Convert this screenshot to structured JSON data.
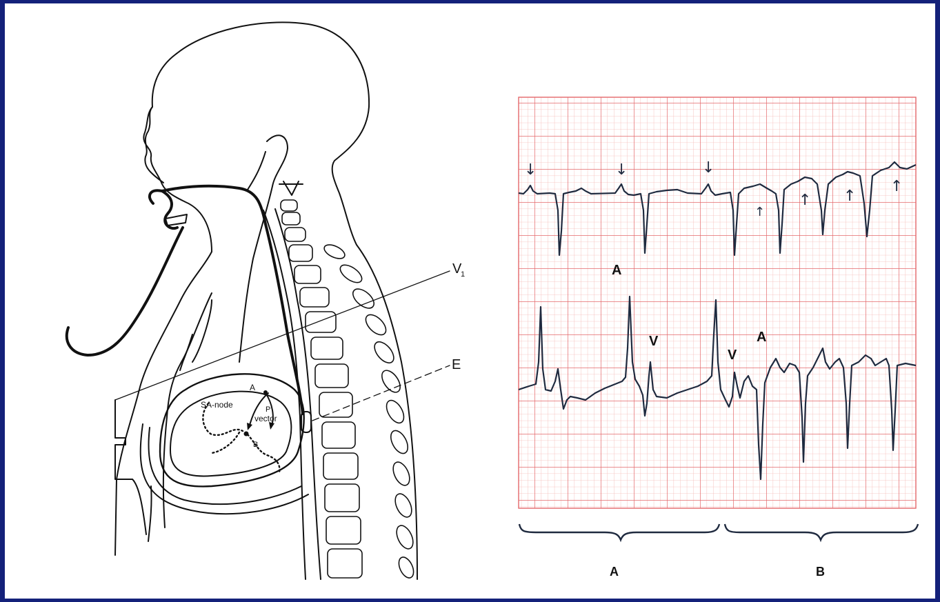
{
  "anatomy": {
    "label_v1": "V",
    "label_v1_sub": "1",
    "label_e": "E",
    "label_sa_node": "SA-node",
    "label_a": "A",
    "label_p": "P",
    "label_vector": "vector",
    "label_b": "B"
  },
  "ecg": {
    "label_a_top": "A",
    "label_v_left": "V",
    "label_v_right": "V",
    "label_a_right": "A",
    "arrow_down": "↓",
    "arrow_up": "↑",
    "bracket_a": "A",
    "bracket_b": "B"
  },
  "colors": {
    "border": "#14217a",
    "grid_fine": "#f5b7b3",
    "grid_major": "#e4676a",
    "trace": "#1f2a3f",
    "ink": "#111111"
  }
}
